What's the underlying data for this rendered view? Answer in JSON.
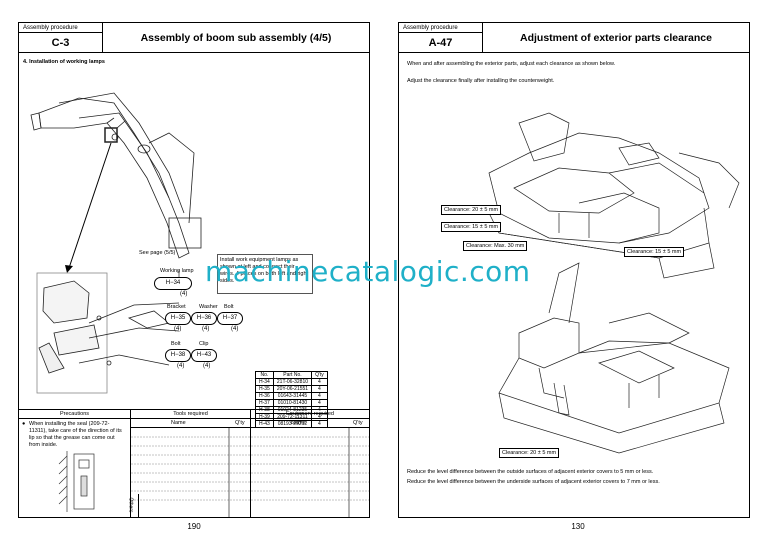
{
  "left": {
    "section_label": "Assembly procedure",
    "code": "C-3",
    "title": "Assembly of boom sub assembly (4/5)",
    "step": "4.   Installation of working lamps",
    "see_page": "See page (5/5)",
    "working_lamp_label": "Working lamp",
    "bracket_label": "Bracket",
    "washer_label": "Washer",
    "bolt_label": "Bolt",
    "bolt2_label": "Bolt",
    "clip_label": "Clip",
    "part_h34": "H−34",
    "part_h35": "H−35",
    "part_h36": "H−36",
    "part_h37": "H−37",
    "part_h38": "H−38",
    "part_h43": "H−43",
    "qty4": "(4)",
    "note": "Install work equipment lamps as shown at left and connect their wires. 4 places on both left and right sides.",
    "parts_table": {
      "headers": [
        "No.",
        "Part No.",
        "Q'ty"
      ],
      "rows": [
        [
          "H-34",
          "21T-06-32810",
          "4"
        ],
        [
          "H-35",
          "20Y-06-21551",
          "4"
        ],
        [
          "H-36",
          "01643-31445",
          "4"
        ],
        [
          "H-37",
          "01010-81430",
          "4"
        ],
        [
          "H-38",
          "01024-81235",
          "4"
        ],
        [
          "H-39",
          "209-72-11311",
          "4"
        ],
        [
          "H-43",
          "08193-29212",
          "4"
        ]
      ]
    },
    "precautions_header": "Precautions",
    "tools_header": "Tools required",
    "equipment_header": "Equipment required",
    "name_col": "Name",
    "qty_col": "Q'ty",
    "precaution_text": "When installing the seal (209-72-11311), take care of the direction of its lip so that the grease can come out from inside.",
    "others_label": "Others",
    "page_number": "190"
  },
  "right": {
    "section_label": "Assembly procedure",
    "code": "A-47",
    "title": "Adjustment of exterior parts clearance",
    "intro": "When and after assembling the exterior parts, adjust each clearance as shown below.",
    "intro2": "Adjust the clearance finally after installing the counterweight.",
    "clearances": [
      "Clearance: 20 ± 5 mm",
      "Clearance: 15 ± 5 mm",
      "Clearance: Max. 30 mm",
      "Clearance: 15 ± 5 mm",
      "Clearance: 20 ± 5 mm"
    ],
    "footer1": "Reduce the level difference between the outside surfaces of adjacent exterior covers to 5 mm or less.",
    "footer2": "Reduce the level difference between the underside surfaces of adjacent exterior covers to 7 mm or less.",
    "page_number": "130"
  },
  "watermark": "machinecatalogic.com"
}
